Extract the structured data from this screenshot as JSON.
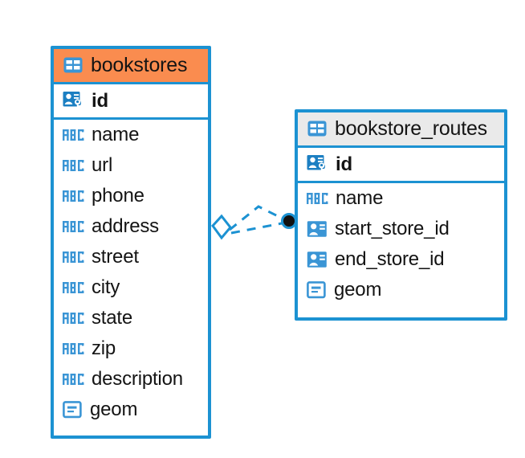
{
  "diagram": {
    "type": "entity-relationship-diagram",
    "background": "#ffffff",
    "colors": {
      "border_blue": "#1c92d2",
      "header_orange": "#fa8c4f",
      "header_gray": "#eaeaea",
      "icon_blue": "#3a95d5",
      "text": "#141414"
    },
    "entities": [
      {
        "id": "bookstores",
        "name": "bookstores",
        "header_style": "accent-orange",
        "icon": "table-icon",
        "fields": [
          {
            "name": "id",
            "icon": "primary-key-icon",
            "type_hint": "key",
            "bold": true
          },
          {
            "name": "name",
            "icon": "abc-text-icon",
            "type_hint": "text",
            "bold": false
          },
          {
            "name": "url",
            "icon": "abc-text-icon",
            "type_hint": "text",
            "bold": false
          },
          {
            "name": "phone",
            "icon": "abc-text-icon",
            "type_hint": "text",
            "bold": false
          },
          {
            "name": "address",
            "icon": "abc-text-icon",
            "type_hint": "text",
            "bold": false
          },
          {
            "name": "street",
            "icon": "abc-text-icon",
            "type_hint": "text",
            "bold": false
          },
          {
            "name": "city",
            "icon": "abc-text-icon",
            "type_hint": "text",
            "bold": false
          },
          {
            "name": "state",
            "icon": "abc-text-icon",
            "type_hint": "text",
            "bold": false
          },
          {
            "name": "zip",
            "icon": "abc-text-icon",
            "type_hint": "text",
            "bold": false
          },
          {
            "name": "description",
            "icon": "abc-text-icon",
            "type_hint": "text",
            "bold": false
          },
          {
            "name": "geom",
            "icon": "geometry-icon",
            "type_hint": "geometry",
            "bold": false
          }
        ]
      },
      {
        "id": "bookstore_routes",
        "name": "bookstore_routes",
        "header_style": "accent-gray",
        "icon": "table-icon",
        "fields": [
          {
            "name": "id",
            "icon": "primary-key-icon",
            "type_hint": "key",
            "bold": true
          },
          {
            "name": "name",
            "icon": "abc-text-icon",
            "type_hint": "text",
            "bold": false
          },
          {
            "name": "start_store_id",
            "icon": "foreign-key-icon",
            "type_hint": "reference",
            "bold": false
          },
          {
            "name": "end_store_id",
            "icon": "foreign-key-icon",
            "type_hint": "reference",
            "bold": false
          },
          {
            "name": "geom",
            "icon": "geometry-icon",
            "type_hint": "geometry",
            "bold": false
          }
        ]
      }
    ],
    "relationships": [
      {
        "id": "rel-start-store",
        "from_entity": "bookstores",
        "to_entity": "bookstore_routes",
        "line_style": "dashed",
        "from_marker": "diamond",
        "to_marker": "filled-circle"
      },
      {
        "id": "rel-end-store",
        "from_entity": "bookstores",
        "to_entity": "bookstore_routes",
        "line_style": "dashed",
        "from_marker": "diamond",
        "to_marker": "filled-circle"
      }
    ]
  }
}
